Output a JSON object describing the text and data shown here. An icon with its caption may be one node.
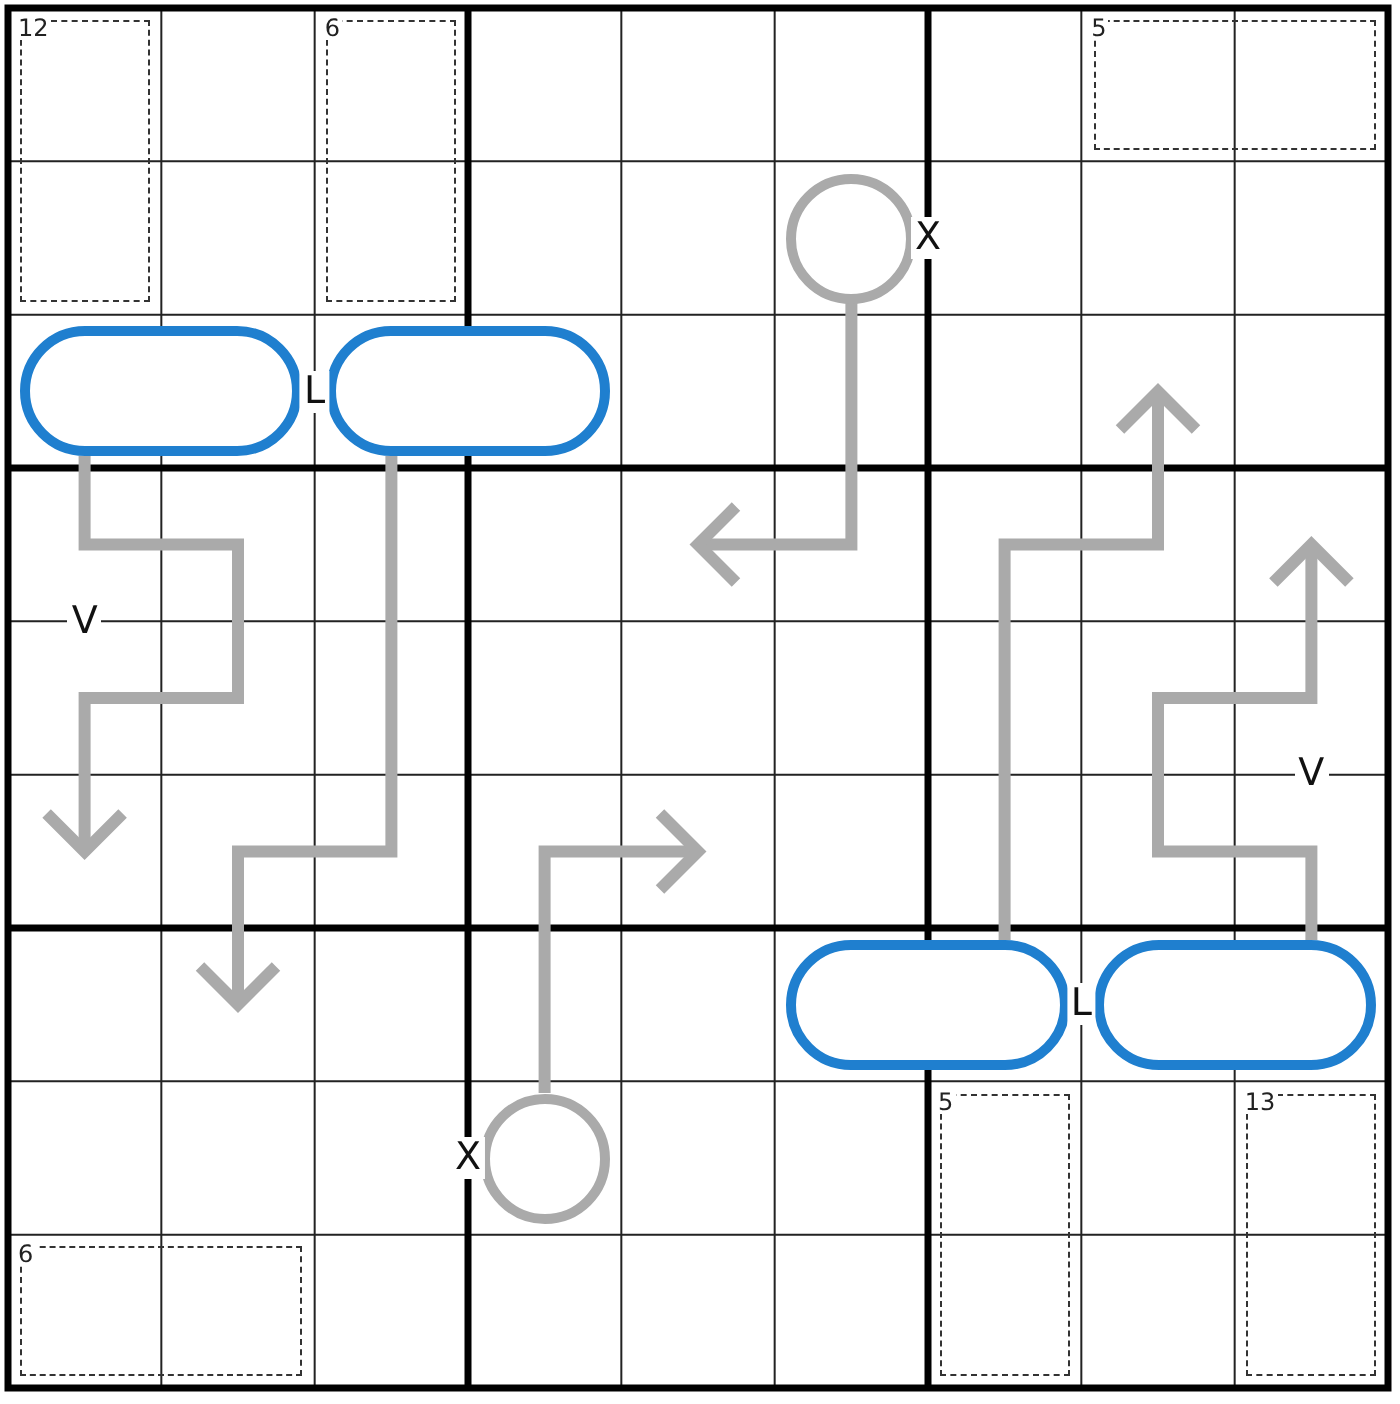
{
  "diagram": {
    "nodes": [
      {
        "text": [
          "12"
        ]
      },
      {
        "text": [
          "6"
        ]
      },
      {
        "text": [
          "5"
        ]
      },
      {
        "text": [],
        "shape": "circle"
      },
      {
        "text": [],
        "shape": "capsule"
      },
      {
        "text": [],
        "shape": "capsule"
      },
      {
        "text": [],
        "shape": "capsule"
      },
      {
        "text": [],
        "shape": "capsule"
      },
      {
        "text": [],
        "shape": "circle"
      },
      {
        "text": [
          "5"
        ]
      },
      {
        "text": [
          "13"
        ]
      },
      {
        "text": [
          "6"
        ]
      }
    ],
    "edges": [
      {
        "from": 4,
        "to": null,
        "arrow": "to"
      },
      {
        "from": 5,
        "to": null,
        "arrow": "to"
      },
      {
        "from": 3,
        "to": null,
        "arrow": "to"
      },
      {
        "from": 8,
        "to": null,
        "arrow": "to"
      },
      {
        "from": 6,
        "to": null,
        "arrow": "to"
      },
      {
        "from": 7,
        "to": null,
        "arrow": "to"
      }
    ],
    "labels": [
      "X",
      "L",
      "V",
      "V",
      "L",
      "X"
    ]
  }
}
